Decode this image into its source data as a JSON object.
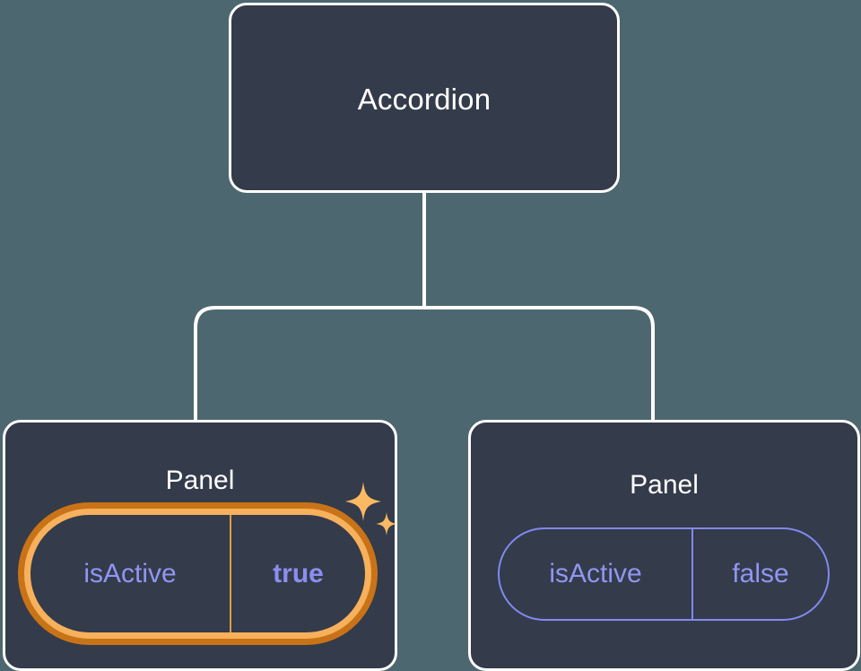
{
  "diagram": {
    "type": "component-tree",
    "background_color": "#4d6770",
    "node_fill_color": "#343b4a",
    "node_border_color": "#ffffff",
    "connector_color": "#ffffff",
    "accent_highlight_color": "#f7b15c",
    "accent_highlight_glow_color": "#c97318",
    "prop_text_color": "#9096f2",
    "prop_border_color": "#8289ef"
  },
  "root": {
    "label": "Accordion"
  },
  "panels": [
    {
      "label": "Panel",
      "highlighted": true,
      "prop": {
        "key": "isActive",
        "value": "true"
      },
      "sparkle_icon": "sparkles-icon"
    },
    {
      "label": "Panel",
      "highlighted": false,
      "prop": {
        "key": "isActive",
        "value": "false"
      }
    }
  ]
}
